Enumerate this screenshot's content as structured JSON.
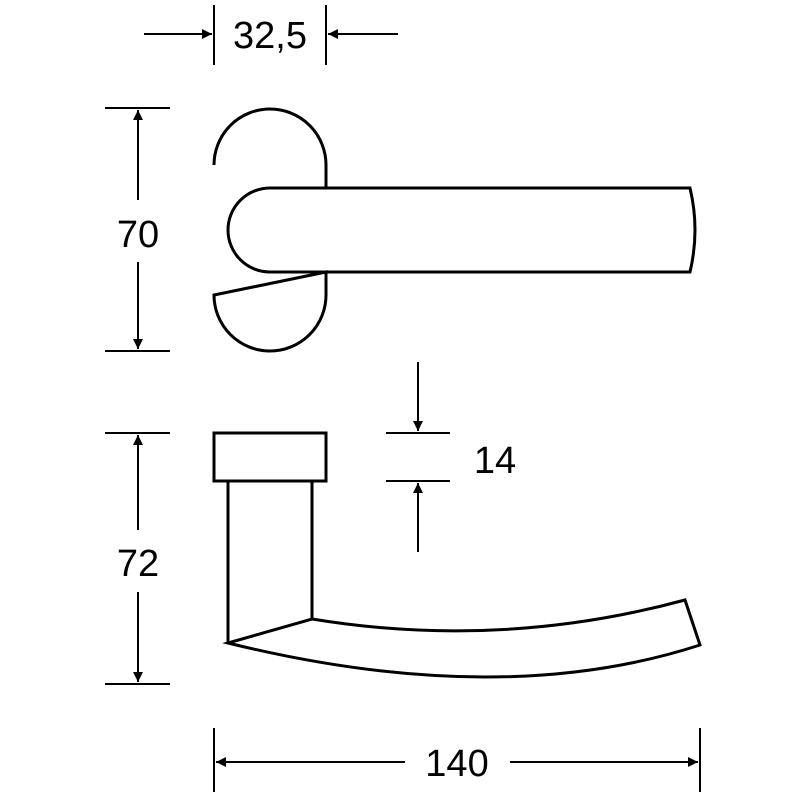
{
  "dimensions": {
    "rose_width": "32,5",
    "rose_height": "70",
    "lever_thickness": "14",
    "lever_height": "72",
    "lever_length": "140"
  },
  "colors": {
    "line": "#000000",
    "background": "#ffffff"
  }
}
